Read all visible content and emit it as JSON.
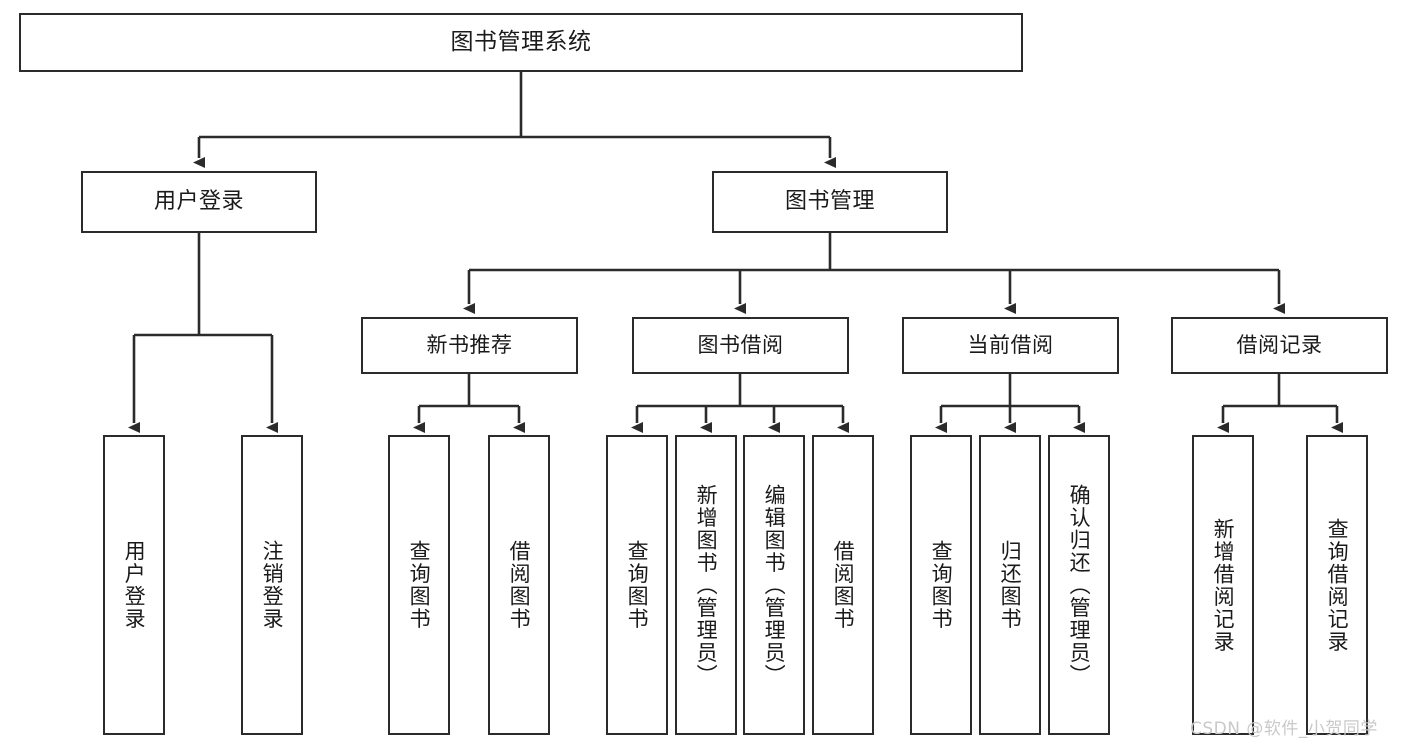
{
  "diagram": {
    "title": "图书管理系统",
    "root": {
      "id": "root",
      "label": "图书管理系统"
    },
    "level2": [
      {
        "id": "user-login",
        "label": "用户登录"
      },
      {
        "id": "book-manage",
        "label": "图书管理"
      }
    ],
    "level3": [
      {
        "id": "new-book-recommend",
        "label": "新书推荐",
        "parent": "book-manage"
      },
      {
        "id": "book-borrow",
        "label": "图书借阅",
        "parent": "book-manage"
      },
      {
        "id": "current-borrow",
        "label": "当前借阅",
        "parent": "book-manage"
      },
      {
        "id": "borrow-record",
        "label": "借阅记录",
        "parent": "book-manage"
      }
    ],
    "leaves": [
      {
        "id": "leaf-user-login",
        "label": "用户登录",
        "parent": "user-login"
      },
      {
        "id": "leaf-user-logout",
        "label": "注销登录",
        "parent": "user-login"
      },
      {
        "id": "leaf-query-book-1",
        "label": "查询图书",
        "parent": "new-book-recommend"
      },
      {
        "id": "leaf-borrow-book-1",
        "label": "借阅图书",
        "parent": "new-book-recommend"
      },
      {
        "id": "leaf-query-book-2",
        "label": "查询图书",
        "parent": "book-borrow"
      },
      {
        "id": "leaf-add-book",
        "label": "新增图书（管理员）",
        "parent": "book-borrow"
      },
      {
        "id": "leaf-edit-book",
        "label": "编辑图书（管理员）",
        "parent": "book-borrow"
      },
      {
        "id": "leaf-borrow-book-2",
        "label": "借阅图书",
        "parent": "book-borrow"
      },
      {
        "id": "leaf-query-book-3",
        "label": "查询图书",
        "parent": "current-borrow"
      },
      {
        "id": "leaf-return-book",
        "label": "归还图书",
        "parent": "current-borrow"
      },
      {
        "id": "leaf-confirm-return",
        "label": "确认归还（管理员）",
        "parent": "current-borrow"
      },
      {
        "id": "leaf-add-record",
        "label": "新增借阅记录",
        "parent": "borrow-record"
      },
      {
        "id": "leaf-query-record",
        "label": "查询借阅记录",
        "parent": "borrow-record"
      }
    ],
    "colors": {
      "stroke": "#2b2b2b",
      "background": "#ffffff",
      "text": "#1a1a1a",
      "watermark": "#c9c9c9"
    }
  },
  "watermark": {
    "text": "CSDN @软件_小贺同学"
  }
}
